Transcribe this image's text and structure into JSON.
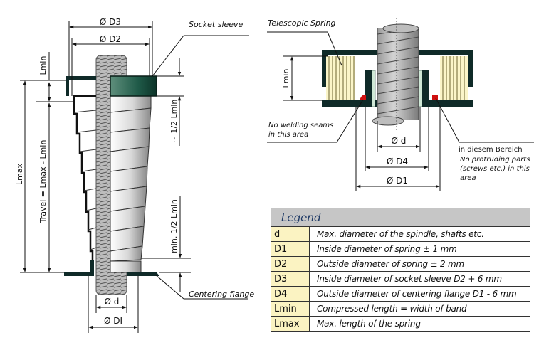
{
  "left_diagram": {
    "labels": {
      "d3": "Ø D3",
      "d2": "Ø D2",
      "socket_sleeve": "Socket sleeve",
      "lmin": "Lmin",
      "lmax": "Lmax",
      "travel": "Travel = Lmax - Lmin",
      "half_lmin": "~ 1/2 Lmin",
      "min_half_lmin": "min. 1/2 Lmin",
      "centering_flange": "Centering flange",
      "d": "Ø d",
      "d1": "Ø DI"
    }
  },
  "right_diagram": {
    "labels": {
      "telescopic_spring": "Telescopic Spring",
      "lmin": "Lmin",
      "no_welding_1": "No welding seams",
      "no_welding_2": "in this area",
      "d": "Ø d",
      "d4": "Ø D4",
      "d1": "Ø D1",
      "bereich": "in diesem Bereich",
      "no_protruding_1": "No protruding parts",
      "no_protruding_2": "(screws etc.) in this",
      "no_protruding_3": "area"
    }
  },
  "colors": {
    "sleeve_green": "#1f5a48",
    "dark_housing": "#0f2a28",
    "spring_yellow": "#fbf5c8",
    "weld_red": "#d01010",
    "legend_header": "#c6c6c6",
    "legend_key": "#fbf3c2"
  },
  "legend": {
    "title": "Legend",
    "rows": [
      {
        "key": "d",
        "desc": "Max. diameter of the spindle, shafts etc."
      },
      {
        "key": "D1",
        "desc": "Inside diameter of spring ± 1 mm"
      },
      {
        "key": "D2",
        "desc": "Outside diameter of spring ± 2 mm"
      },
      {
        "key": "D3",
        "desc": "Inside diameter of socket sleeve  D2 + 6 mm"
      },
      {
        "key": "D4",
        "desc": "Outside diameter of centering flange  D1 - 6 mm"
      },
      {
        "key": "Lmin",
        "desc": "Compressed length = width of band"
      },
      {
        "key": "Lmax",
        "desc": "Max. length of the spring"
      }
    ]
  }
}
